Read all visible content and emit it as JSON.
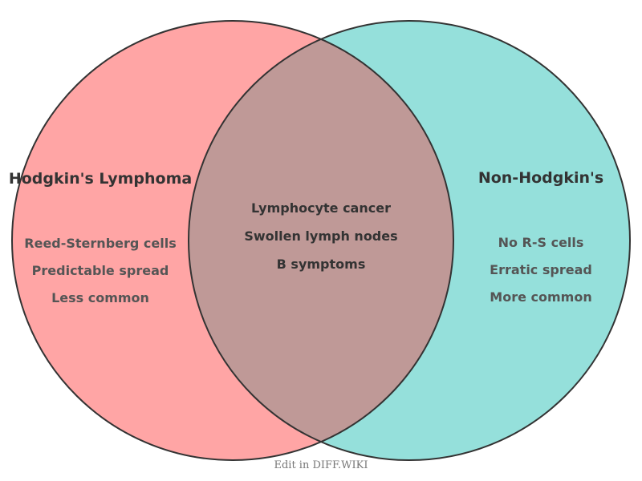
{
  "diagram": {
    "type": "venn",
    "colors": {
      "left_fill": "#ffa5a5",
      "right_fill": "#95e0db",
      "overlap_fill": "#bf9997",
      "stroke": "#333333"
    },
    "left": {
      "title": "Hodgkin's Lymphoma",
      "items": [
        "Reed-Sternberg cells",
        "Predictable spread",
        "Less common"
      ]
    },
    "right": {
      "title": "Non-Hodgkin's",
      "items": [
        "No R-S cells",
        "Erratic spread",
        "More common"
      ]
    },
    "overlap": {
      "items": [
        "Lymphocyte cancer",
        "Swollen lymph nodes",
        "B symptoms"
      ]
    }
  },
  "footer": {
    "text": "Edit in DIFF.WIKI"
  }
}
